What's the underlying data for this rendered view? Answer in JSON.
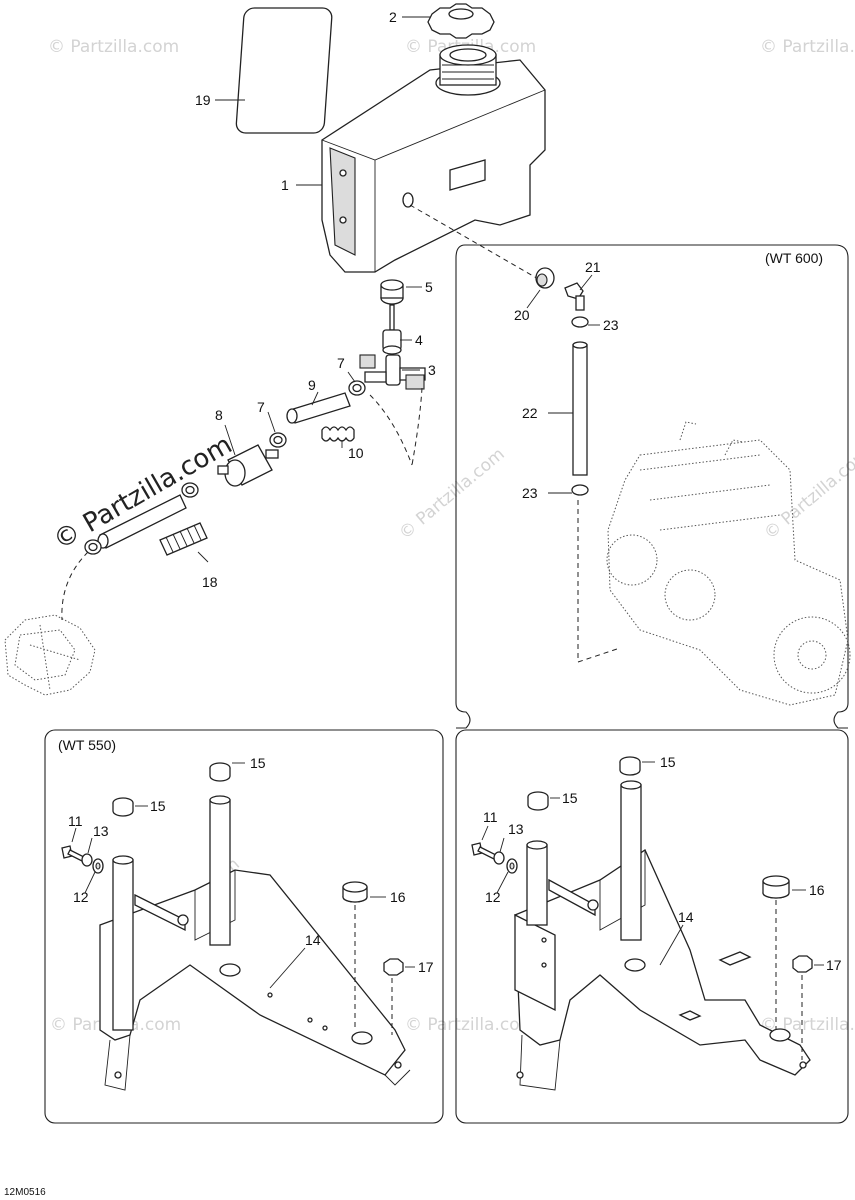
{
  "callouts": [
    {
      "id": "c1",
      "text": "1"
    },
    {
      "id": "c2",
      "text": "2"
    },
    {
      "id": "c3",
      "text": "3"
    },
    {
      "id": "c4",
      "text": "4"
    },
    {
      "id": "c5",
      "text": "5"
    },
    {
      "id": "c7a",
      "text": "7"
    },
    {
      "id": "c7b",
      "text": "7"
    },
    {
      "id": "c8",
      "text": "8"
    },
    {
      "id": "c9",
      "text": "9"
    },
    {
      "id": "c10",
      "text": "10"
    },
    {
      "id": "c18",
      "text": "18"
    },
    {
      "id": "c19",
      "text": "19"
    },
    {
      "id": "c20",
      "text": "20"
    },
    {
      "id": "c21",
      "text": "21"
    },
    {
      "id": "c22",
      "text": "22"
    },
    {
      "id": "c23a",
      "text": "23"
    },
    {
      "id": "c23b",
      "text": "23"
    },
    {
      "id": "l11",
      "text": "11"
    },
    {
      "id": "l12",
      "text": "12"
    },
    {
      "id": "l13",
      "text": "13"
    },
    {
      "id": "l14",
      "text": "14"
    },
    {
      "id": "l15a",
      "text": "15"
    },
    {
      "id": "l15b",
      "text": "15"
    },
    {
      "id": "l16",
      "text": "16"
    },
    {
      "id": "l17",
      "text": "17"
    },
    {
      "id": "r11",
      "text": "11"
    },
    {
      "id": "r12",
      "text": "12"
    },
    {
      "id": "r13",
      "text": "13"
    },
    {
      "id": "r14",
      "text": "14"
    },
    {
      "id": "r15a",
      "text": "15"
    },
    {
      "id": "r15b",
      "text": "15"
    },
    {
      "id": "r16",
      "text": "16"
    },
    {
      "id": "r17",
      "text": "17"
    }
  ],
  "panels": {
    "wt600_label": "(WT 600)",
    "wt550_label": "(WT 550)"
  },
  "watermark": "© Partzilla.com",
  "figure_code": "12M0516"
}
